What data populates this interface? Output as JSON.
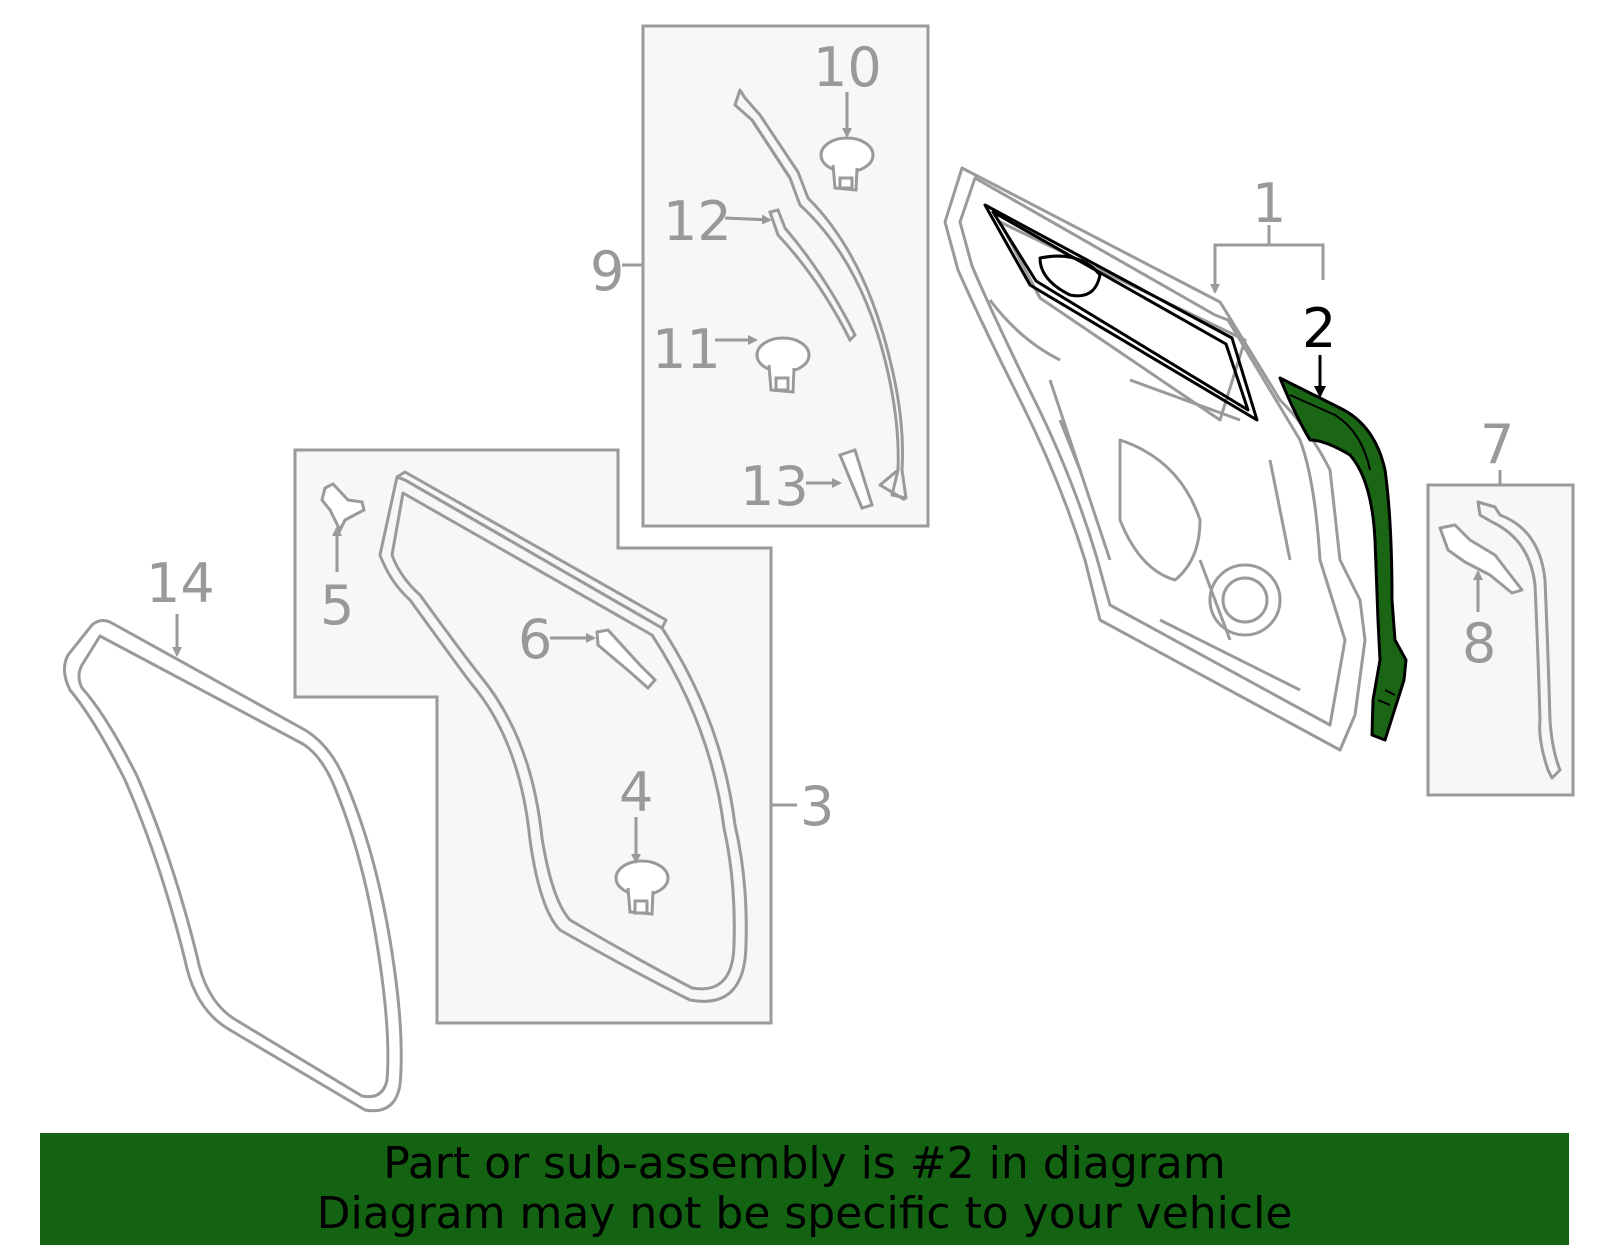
{
  "colors": {
    "line": "#9a9a9a",
    "box_fill": "#f7f7f7",
    "highlight": "#1a6614",
    "banner": "#136312",
    "active_text": "#000000"
  },
  "callouts": {
    "c1": "1",
    "c2": "2",
    "c3": "3",
    "c4": "4",
    "c5": "5",
    "c6": "6",
    "c7": "7",
    "c8": "8",
    "c9": "9",
    "c10": "10",
    "c11": "11",
    "c12": "12",
    "c13": "13",
    "c14": "14"
  },
  "highlighted_part": "2",
  "banner": {
    "line1": "Part or sub-assembly is #2 in diagram",
    "line2": "Diagram may not be specific to your vehicle"
  }
}
